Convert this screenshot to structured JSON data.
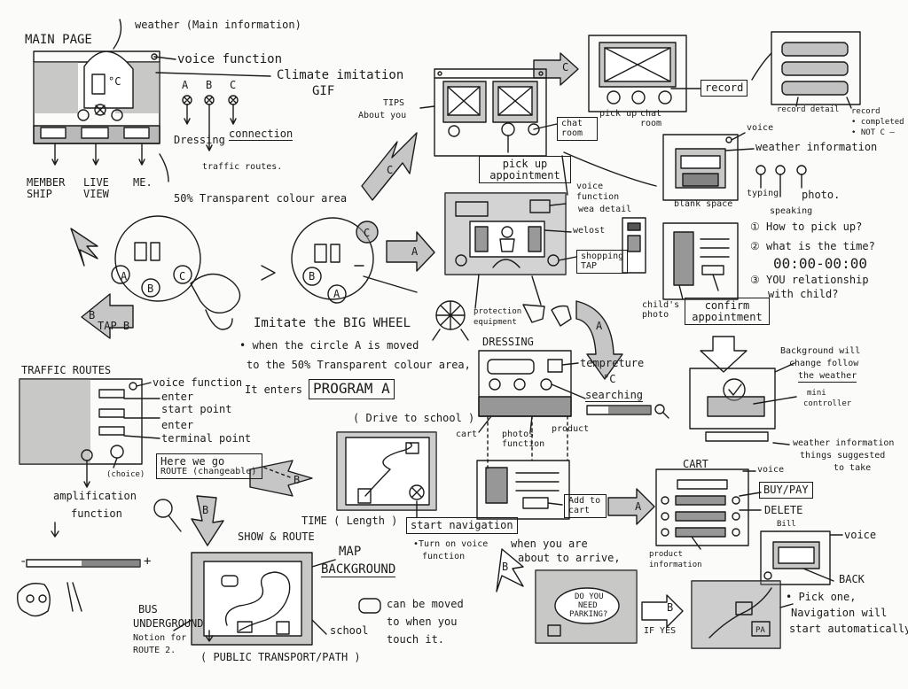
{
  "main_page": {
    "title": "MAIN PAGE",
    "weather_note": "weather (Main information)",
    "voice_function": "voice function",
    "climate": "Climate imitation",
    "gif": "GIF",
    "temp": "°C",
    "a": "A",
    "b": "B",
    "c": "C",
    "dressing": "Dressing",
    "connection": "connection",
    "traffic_routes": "traffic routes.",
    "membership": "MEMBER SHIP",
    "live_view": "LIVE VIEW",
    "me": "ME.",
    "transparent": "50% Transparent colour area"
  },
  "wheel": {
    "tap_b": "TAP B",
    "imitate": "Imitate the BIG WHEEL",
    "bullet1": "• when the circle A is moved",
    "bullet2": "to the 50% Transparent colour area,",
    "enters": "It enters",
    "program": "PROGRAM A"
  },
  "traffic": {
    "title": "TRAFFIC ROUTES",
    "voice": "voice function",
    "enter_start": "enter",
    "start_point": "start point",
    "enter_terminal": "enter",
    "terminal_point": "terminal point",
    "here_we_go": "Here we go",
    "route_changeable": "ROUTE (changeable)",
    "choice": "(choice)",
    "amplification": "amplification",
    "function": "function",
    "minus": "-",
    "plus": "+"
  },
  "drive": {
    "title": "( Drive to school )",
    "time_length": "TIME ( Length )",
    "start_navigation": "start navigation",
    "turn_on_voice": "•Turn on voice",
    "voice_function": "function",
    "arrive_note": "when you are",
    "arrive_note2": "about to arrive,"
  },
  "route": {
    "show_route": "SHOW & ROUTE",
    "map": "MAP",
    "background": "BACKGROUND",
    "bus": "BUS",
    "underground": "UNDERGROUND",
    "notion": "Notion for",
    "route2": "ROUTE 2.",
    "school": "school",
    "moved1": "can be moved",
    "moved2": "to when you",
    "moved3": "touch it.",
    "public": "( PUBLIC TRANSPORT/PATH )"
  },
  "pickup": {
    "tips": "TIPS",
    "about_you": "About you",
    "chat_room": "chat room",
    "pick_up_appointment": "pick up appointment",
    "pick_up": "pick up",
    "chat_room2": "chat room",
    "record": "record",
    "record_detail": "record detail",
    "record_note": "record",
    "completed": "• completed",
    "not_c": "• NOT C —"
  },
  "center": {
    "voice_function": "voice",
    "function": "function",
    "wea_detail": "wea detail",
    "we_lost": "welost",
    "shopping": "shopping",
    "tap": "TAP",
    "protection": "protection",
    "equipment": "equipment"
  },
  "weather_panel": {
    "voice": "voice",
    "weather_info": "weather information",
    "blank_space": "blank space",
    "typing": "typing",
    "photo": "photo.",
    "speaking": "speaking",
    "q1": "① How to pick up?",
    "q2": "② what is the time?",
    "time": "00:00-00:00",
    "q3": "③ YOU relationship",
    "q3b": "with child?",
    "childs_photo": "child's photo",
    "confirm": "confirm appointment"
  },
  "dressing": {
    "title": "DRESSING",
    "temperature": "tempreture",
    "c": "°C",
    "searching": "searching",
    "cart": "cart",
    "photo_function": "photos function",
    "product": "product",
    "add_to_cart": "Add to cart"
  },
  "weather_bg": {
    "bg1": "Background will",
    "bg2": "change follow",
    "bg3": "the weather",
    "mini": "mini",
    "controller": "controller",
    "weather_info": "weather information",
    "things1": "things suggested",
    "things2": "to take"
  },
  "cart": {
    "title": "CART",
    "voice": "voice",
    "buy_pay": "BUY/PAY",
    "delete": "DELETE",
    "product_info": "product",
    "information": "information",
    "bill": "Bill",
    "voice2": "voice",
    "back": "BACK",
    "pick_one": "• Pick one,",
    "navigation": "Navigation will",
    "start_auto": "start automatically"
  },
  "parking": {
    "do_you": "DO YOU",
    "need": "NEED",
    "parking": "PARKING?",
    "if_yes": "IF YES",
    "b": "B",
    "pa": "PA"
  },
  "arrow_labels": {
    "a": "A",
    "b": "B",
    "c": "C"
  }
}
